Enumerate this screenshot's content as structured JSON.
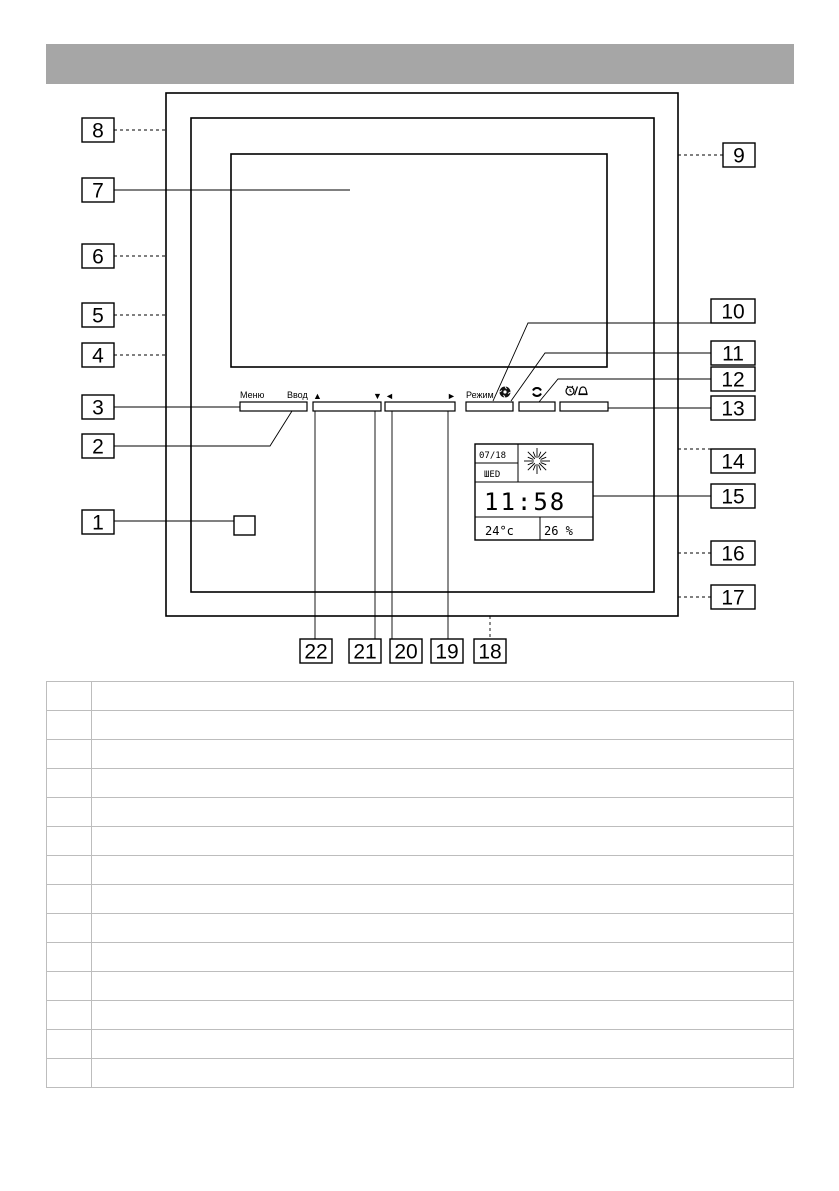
{
  "buttons": {
    "menu": "Меню",
    "enter": "Ввод",
    "up_arrow": "▲",
    "down_arrow": "▼",
    "left_arrow": "◄",
    "right_arrow": "►",
    "mode": "Режим"
  },
  "icons": {
    "fan": "fan-icon",
    "rotate": "rotate-icon",
    "alarm_bell": "alarm-bell-icon",
    "sun": "sun-icon"
  },
  "lcd": {
    "date": "07/18",
    "weekday": "ШЕD",
    "time": "11:58",
    "temperature": "24°c",
    "humidity": "26 %"
  },
  "callouts": [
    "1",
    "2",
    "3",
    "4",
    "5",
    "6",
    "7",
    "8",
    "9",
    "10",
    "11",
    "12",
    "13",
    "14",
    "15",
    "16",
    "17",
    "18",
    "19",
    "20",
    "21",
    "22"
  ],
  "legend_rows": [
    {
      "num": "",
      "text": ""
    },
    {
      "num": "",
      "text": ""
    },
    {
      "num": "",
      "text": ""
    },
    {
      "num": "",
      "text": ""
    },
    {
      "num": "",
      "text": ""
    },
    {
      "num": "",
      "text": ""
    },
    {
      "num": "",
      "text": ""
    },
    {
      "num": "",
      "text": ""
    },
    {
      "num": "",
      "text": ""
    },
    {
      "num": "",
      "text": ""
    },
    {
      "num": "",
      "text": ""
    },
    {
      "num": "",
      "text": ""
    },
    {
      "num": "",
      "text": ""
    },
    {
      "num": "",
      "text": ""
    }
  ]
}
